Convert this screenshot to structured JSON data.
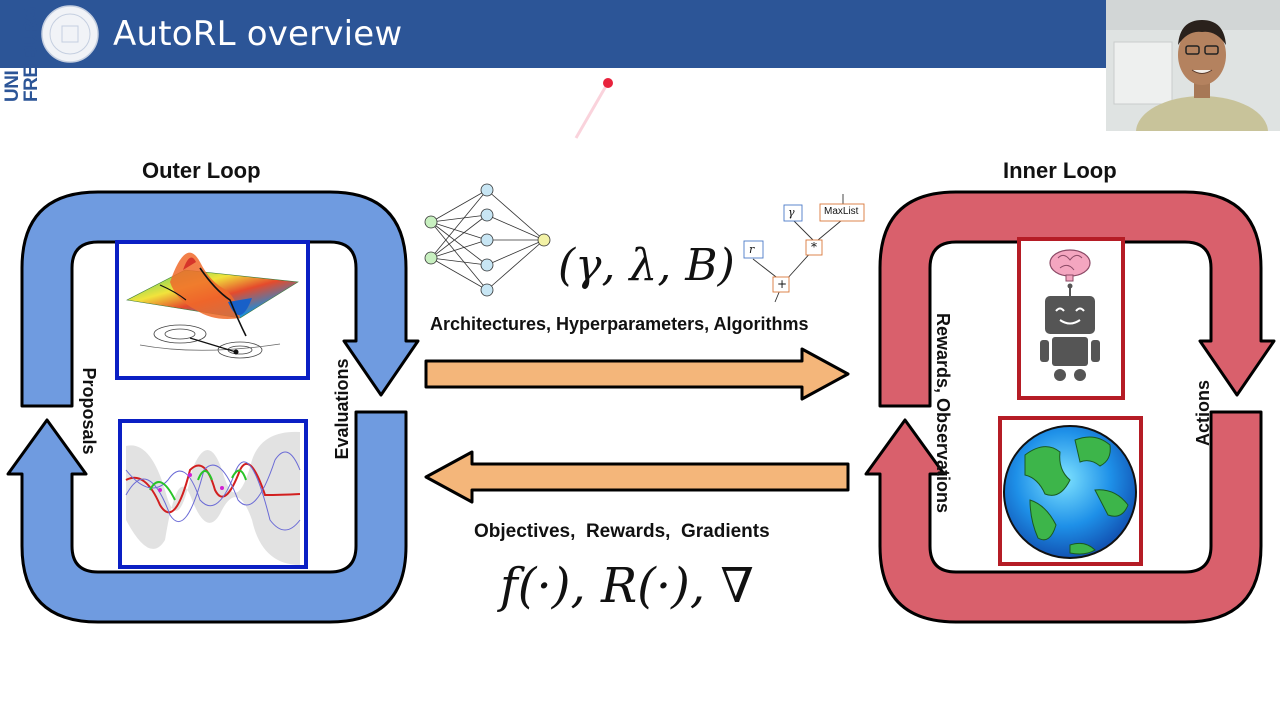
{
  "slide": {
    "title": "AutoRL overview",
    "logo_top": "UNI",
    "logo_bottom": "FREIBURG"
  },
  "outer_loop": {
    "title": "Outer Loop",
    "left_label": "Proposals",
    "right_label": "Evaluations"
  },
  "inner_loop": {
    "title": "Inner Loop",
    "left_label": "Rewards, Observations",
    "right_label": "Actions"
  },
  "forward_arrow": {
    "label": "Architectures, Hyperparameters, Algorithms",
    "math": "(γ, λ, B)"
  },
  "backward_arrow": {
    "label": "Objectives,  Rewards,  Gradients",
    "math": "f(·), R(·), ∇"
  },
  "program_graph": {
    "node_gamma": "γ",
    "node_maxlist": "MaxList",
    "node_r": "r",
    "node_mult": "*",
    "node_plus": "+"
  },
  "colors": {
    "header": "#2c5597",
    "outer_loop": "#6f9be0",
    "inner_loop": "#d9606c",
    "flow_arrow": "#f4b67a",
    "outer_panel_border": "#0a1fc4",
    "inner_panel_border": "#b51c25"
  }
}
